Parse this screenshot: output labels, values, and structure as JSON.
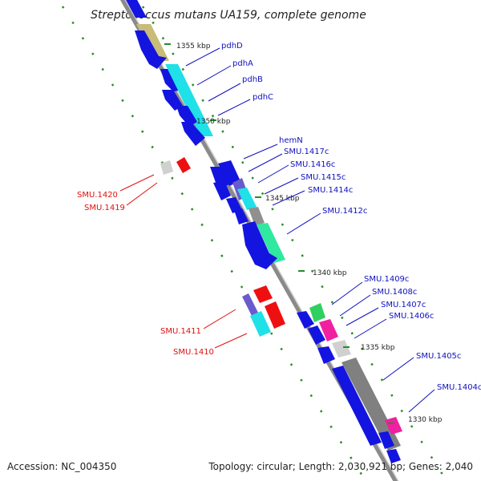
{
  "title": "Streptococcus mutans UA159, complete genome",
  "footer": {
    "accession": "Accession: NC_004350",
    "summary": "Topology: circular; Length: 2,030,921 bp; Genes: 2,040"
  },
  "kbp_labels": [
    "1355 kbp",
    "1350 kbp",
    "1345 kbp",
    "1340 kbp",
    "1335 kbp",
    "1330 kbp"
  ],
  "gene_labels": {
    "forward": [
      "SMU.1420",
      "SMU.1419",
      "SMU.1411",
      "SMU.1410"
    ],
    "reverse": [
      "pdhD",
      "pdhA",
      "pdhB",
      "pdhC",
      "hemN",
      "SMU.1417c",
      "SMU.1416c",
      "SMU.1415c",
      "SMU.1414c",
      "SMU.1412c",
      "SMU.1409c",
      "SMU.1408c",
      "SMU.1407c",
      "SMU.1406c",
      "SMU.1405c",
      "SMU.1404c"
    ]
  },
  "colors": {
    "forward_label": "#e01010",
    "reverse_label": "#1010c0",
    "backbone": "#8a8a8a",
    "gene_blue": "#1414e0",
    "gene_cyan": "#20e0e8",
    "gene_olive": "#c8bc78",
    "gene_red": "#ee1010",
    "gene_green": "#30d060",
    "gene_magenta": "#f020a0",
    "gene_gray": "#909090",
    "gene_seafoam": "#30e8a0",
    "gene_purple": "#6a5acd",
    "tick_green": "#2a8a2a"
  }
}
